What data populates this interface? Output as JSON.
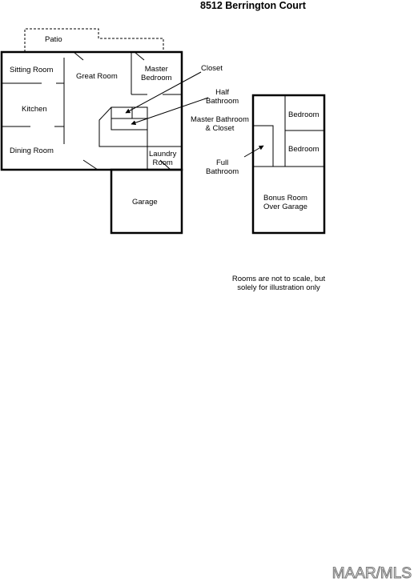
{
  "title": "8512 Berrington Court",
  "rooms": {
    "patio": "Patio",
    "sitting_room": "Sitting Room",
    "great_room": "Great Room",
    "master_bedroom": [
      "Master",
      "Bedroom"
    ],
    "kitchen": "Kitchen",
    "dining_room": "Dining Room",
    "laundry_room": [
      "Laundry",
      "Room"
    ],
    "garage": "Garage",
    "bedroom_1": "Bedroom",
    "bedroom_2": "Bedroom",
    "bonus_room": [
      "Bonus Room",
      "Over Garage"
    ]
  },
  "callouts": {
    "closet": "Closet",
    "half_bathroom": [
      "Half",
      "Bathroom"
    ],
    "master_bathroom": [
      "Master Bathroom",
      "& Closet"
    ],
    "full_bathroom": [
      "Full",
      "Bathroom"
    ]
  },
  "note": [
    "Rooms are not to scale, but",
    "solely for illustration only"
  ],
  "watermark": "MAAR/MLS"
}
